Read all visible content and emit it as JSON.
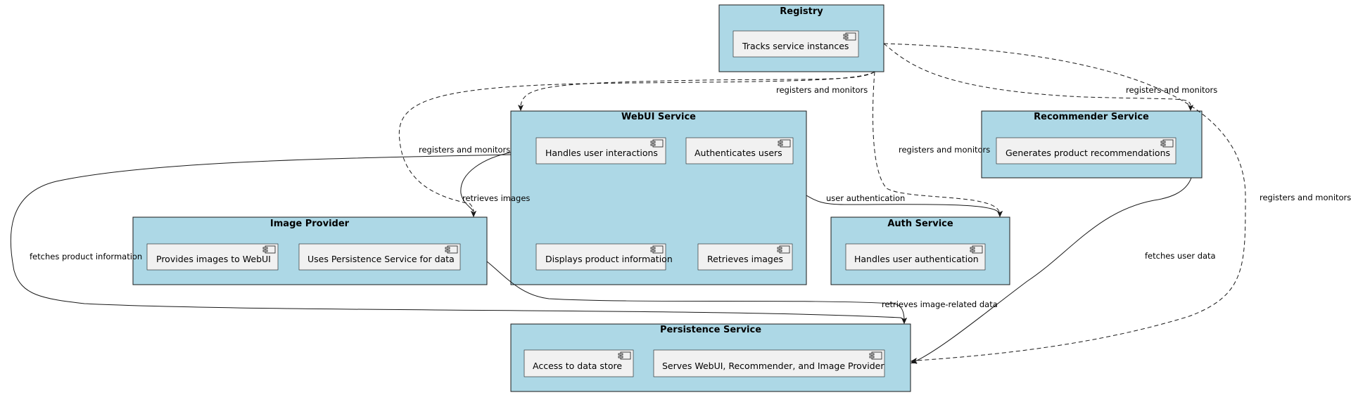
{
  "packages": {
    "registry": {
      "title": "Registry",
      "components": [
        "Tracks service instances"
      ]
    },
    "webui": {
      "title": "WebUI Service",
      "components": [
        "Handles user interactions",
        "Authenticates users",
        "Displays product information",
        "Retrieves images"
      ]
    },
    "recommender": {
      "title": "Recommender Service",
      "components": [
        "Generates product recommendations"
      ]
    },
    "image_provider": {
      "title": "Image Provider",
      "components": [
        "Provides images to WebUI",
        "Uses Persistence Service for data"
      ]
    },
    "auth": {
      "title": "Auth Service",
      "components": [
        "Handles user authentication"
      ]
    },
    "persistence": {
      "title": "Persistence Service",
      "components": [
        "Access to data store",
        "Serves WebUI, Recommender, and Image Provider"
      ]
    }
  },
  "edges": {
    "reg_webui": "registers and monitors",
    "reg_recommender": "registers and monitors",
    "reg_image": "registers and monitors",
    "reg_auth": "registers and monitors",
    "reg_persistence": "registers and monitors",
    "webui_image": "retrieves images",
    "webui_auth": "user authentication",
    "webui_persistence": "fetches product information",
    "image_persistence": "retrieves image-related data",
    "recommender_persistence": "fetches user data"
  }
}
